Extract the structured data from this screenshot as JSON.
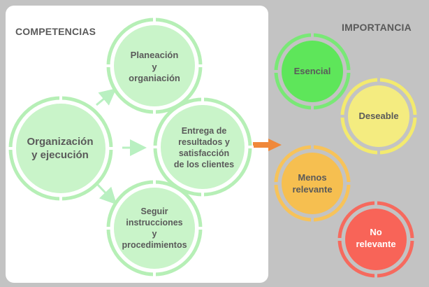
{
  "competencias": {
    "title": "COMPETENCIAS",
    "nodes": [
      {
        "id": "main",
        "label": "Organización\ny ejecución"
      },
      {
        "id": "top",
        "label": "Planeación\ny\norganiación"
      },
      {
        "id": "mid",
        "label": "Entrega de\nresultados y\nsatisfacción\nde los clientes"
      },
      {
        "id": "bottom",
        "label": "Seguir\ninstrucciones\ny\nprocedimientos"
      }
    ]
  },
  "importancia": {
    "title": "IMPORTANCIA",
    "levels": [
      {
        "label": "Esencial",
        "color": "#5ee65a",
        "ring": "#79e876"
      },
      {
        "label": "Deseable",
        "color": "#f4ec80",
        "ring": "#f3ea6e"
      },
      {
        "label": "Menos\nrelevante",
        "color": "#f6bf50",
        "ring": "#f7c35a"
      },
      {
        "label": "No\nrelevante",
        "color": "#f86458",
        "ring": "#f66a5e"
      }
    ]
  },
  "colors": {
    "competency_fill": "#c9f4c9",
    "competency_ring": "#b6efb6",
    "arrow": "#b9f0c1",
    "connector_arrow": "#f0883a"
  }
}
